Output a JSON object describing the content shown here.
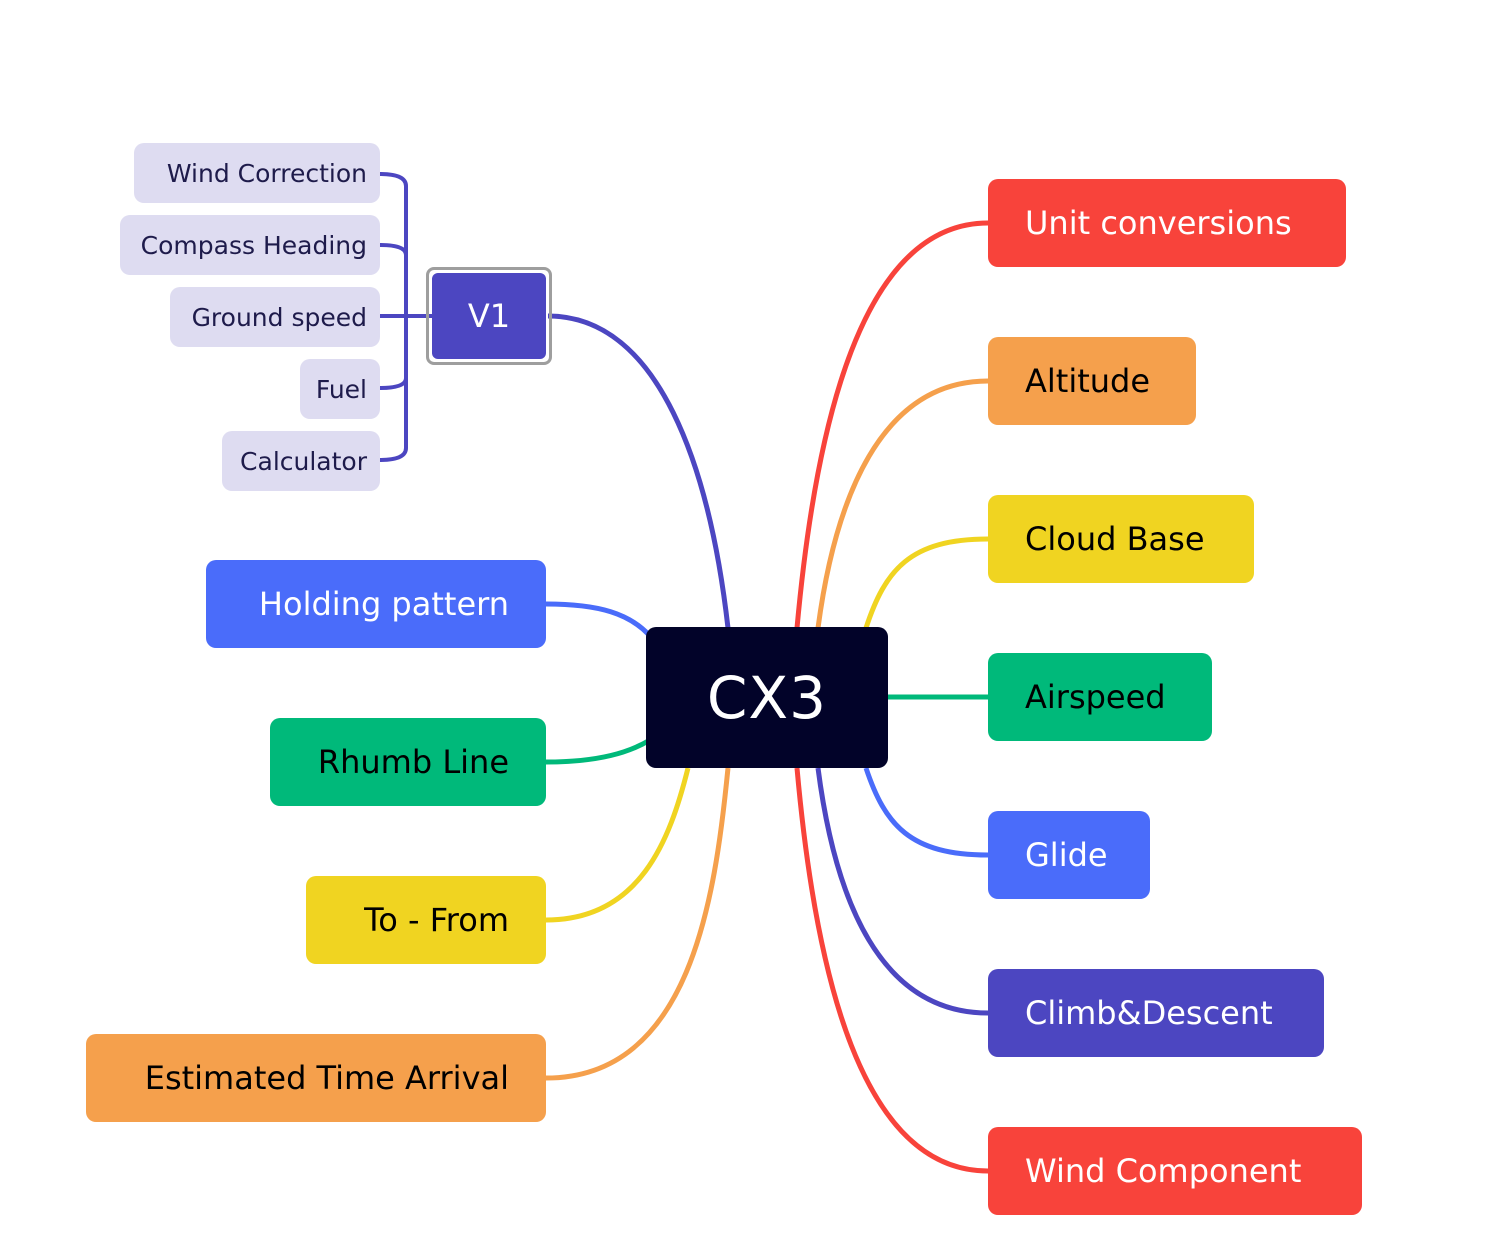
{
  "center": {
    "label": "CX3",
    "color": "#020329"
  },
  "v1": {
    "label": "V1",
    "color": "#4c46c1",
    "children": [
      "Wind Correction",
      "Compass Heading",
      "Ground speed",
      "Fuel",
      "Calculator"
    ]
  },
  "left_topics": [
    {
      "label": "Holding pattern",
      "color": "#4a6cfa",
      "text_color": "#ffffff"
    },
    {
      "label": "Rhumb Line",
      "color": "#00b97a",
      "text_color": "#000000"
    },
    {
      "label": "To - From",
      "color": "#f0d421",
      "text_color": "#000000"
    },
    {
      "label": "Estimated Time Arrival",
      "color": "#f5a04c",
      "text_color": "#000000"
    }
  ],
  "right_topics": [
    {
      "label": "Unit conversions",
      "color": "#f8433b",
      "text_color": "#ffffff"
    },
    {
      "label": "Altitude",
      "color": "#f5a04c",
      "text_color": "#000000"
    },
    {
      "label": "Cloud Base",
      "color": "#f0d421",
      "text_color": "#000000"
    },
    {
      "label": "Airspeed",
      "color": "#00b97a",
      "text_color": "#000000"
    },
    {
      "label": "Glide",
      "color": "#4a6cfa",
      "text_color": "#ffffff"
    },
    {
      "label": "Climb&Descent",
      "color": "#4c46c1",
      "text_color": "#ffffff"
    },
    {
      "label": "Wind Component",
      "color": "#f8433b",
      "text_color": "#ffffff"
    }
  ]
}
